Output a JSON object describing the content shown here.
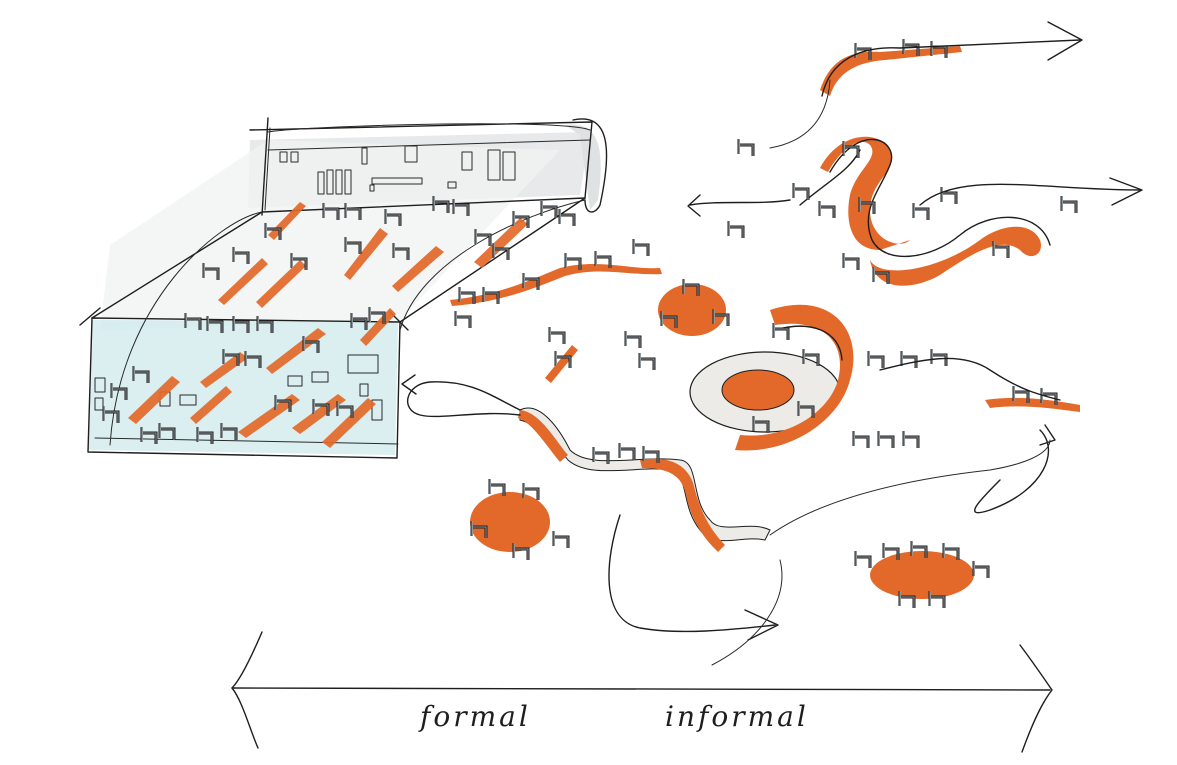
{
  "labels": {
    "formal": "formal",
    "informal": "informal"
  },
  "colors": {
    "accent": "#e3692a",
    "ink": "#1e1e1e",
    "chair": "#8e9799",
    "wash_gray": "#e7e9ea",
    "wash_blue": "#cfe9ec",
    "sofa_fill": "#ecebe7"
  },
  "icons": {
    "room": "classroom-box",
    "chair": "chair-icon",
    "table": "oval-table",
    "arrow": "arrowhead"
  }
}
